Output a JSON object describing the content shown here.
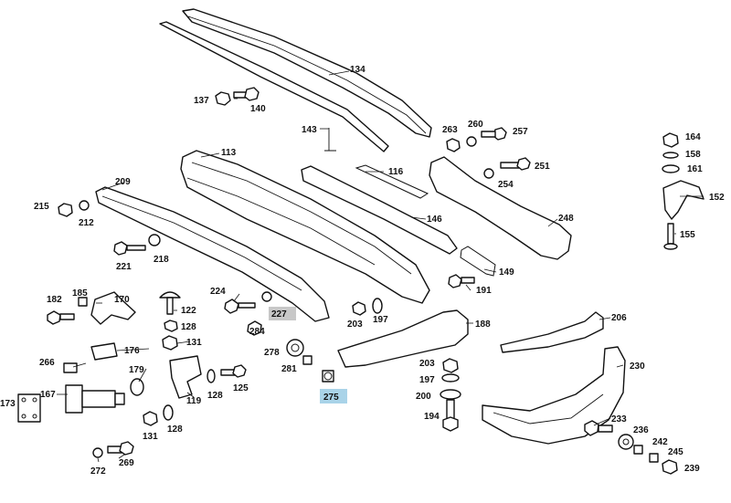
{
  "colors": {
    "ink": "#111111",
    "highlight_gray": "#c8c8c8",
    "highlight_blue": "#a9d3e8"
  },
  "labels": {
    "l134": "134",
    "l137": "137",
    "l140": "140",
    "l143": "143",
    "l263": "263",
    "l260": "260",
    "l257": "257",
    "l164": "164",
    "l158": "158",
    "l161": "161",
    "l113": "113",
    "l116": "116",
    "l251": "251",
    "l254": "254",
    "l152": "152",
    "l209": "209",
    "l215": "215",
    "l212": "212",
    "l146": "146",
    "l248": "248",
    "l221": "221",
    "l218": "218",
    "l155": "155",
    "l149": "149",
    "l191": "191",
    "l182": "182",
    "l185": "185",
    "l170": "170",
    "l122": "122",
    "l224": "224",
    "l227": "227",
    "l128a": "128",
    "l206": "206",
    "l203a": "203",
    "l197a": "197",
    "l188": "188",
    "l284": "284",
    "l131a": "131",
    "l176": "176",
    "l278": "278",
    "l266": "266",
    "l179": "179",
    "l281": "281",
    "l230": "230",
    "l203b": "203",
    "l197b": "197",
    "l167": "167",
    "l173": "173",
    "l119": "119",
    "l128b": "128",
    "l125": "125",
    "l275": "275",
    "l200": "200",
    "l131b": "131",
    "l128c": "128",
    "l194": "194",
    "l233": "233",
    "l236": "236",
    "l242": "242",
    "l245": "245",
    "l272": "272",
    "l269": "269",
    "l239": "239"
  }
}
